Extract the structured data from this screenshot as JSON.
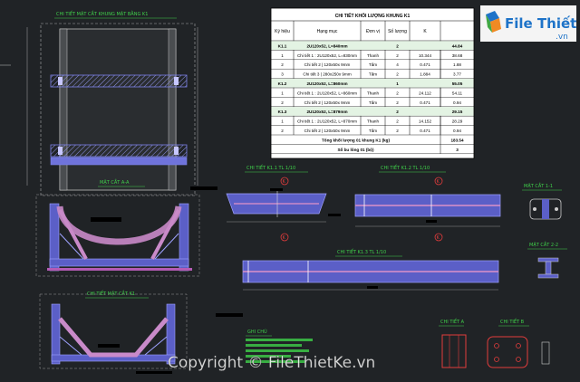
{
  "table": {
    "title": "CHI TIẾT KHỐI LƯỢNG KHUNG K1",
    "headers": [
      "Ký hiệu",
      "Hạng mục",
      "Đơn vị",
      "Số lượng",
      "K",
      ""
    ],
    "rows": [
      {
        "kind": "group",
        "cells": [
          "K1.1",
          "2U120x52, L=840mm",
          "",
          "2",
          "",
          "44.84"
        ]
      },
      {
        "kind": "item",
        "cells": [
          "1",
          "Chi tiết 1 : 2U120x52, L=830mm",
          "Thanh",
          "2",
          "10.344",
          "38.68"
        ]
      },
      {
        "kind": "item",
        "cells": [
          "2",
          "Chi tiết 2 | 120x50x 9mm",
          "Tấm",
          "4",
          "0.471",
          "1.88"
        ]
      },
      {
        "kind": "item",
        "cells": [
          "3",
          "Chi tiết 3 | 280x250x 9mm",
          "Tấm",
          "2",
          "1.884",
          "3.77"
        ]
      },
      {
        "kind": "group",
        "cells": [
          "K1.2",
          "2U120x52, L=860mm",
          "",
          "1",
          "",
          "55.05"
        ]
      },
      {
        "kind": "item",
        "cells": [
          "1",
          "Chi tiết 1 : 2U120x52, L=860mm",
          "Thanh",
          "2",
          "24.112",
          "54.11"
        ]
      },
      {
        "kind": "item",
        "cells": [
          "2",
          "Chi tiết 2 | 120x50x 9mm",
          "Tấm",
          "2",
          "0.471",
          "0.94"
        ]
      },
      {
        "kind": "group",
        "cells": [
          "K1.3",
          "2U120x52, L=879mm",
          "",
          "2",
          "",
          "29.15"
        ]
      },
      {
        "kind": "item",
        "cells": [
          "1",
          "Chi tiết 1 : 2U120x52, L=870mm",
          "Thanh",
          "2",
          "14.152",
          "28.29"
        ]
      },
      {
        "kind": "item",
        "cells": [
          "2",
          "Chi tiết 2 | 120x50x 9mm",
          "Tấm",
          "2",
          "0.471",
          "0.94"
        ]
      },
      {
        "kind": "total",
        "cells": [
          "Tổng khối lượng 01 khung K1 (kg)",
          "",
          "",
          "",
          "",
          "183.54"
        ]
      },
      {
        "kind": "total",
        "cells": [
          "Số bu lông 01 (bộ)",
          "",
          "",
          "",
          "",
          "3"
        ]
      }
    ]
  },
  "view_titles": {
    "top_view": "CHI TIẾT MẶT CẮT KHUNG MẶT BẰNG K1",
    "section_a": "MẶT CẮT A-A",
    "section_b": "CHI TIẾT MẶT CẮT K1",
    "detail_11": "CHI TIẾT K1.1 TL 1/10",
    "detail_12": "CHI TIẾT K1.2 TL 1/10",
    "detail_13": "CHI TIẾT K1.3 TL 1/10",
    "section_1": "MẶT CẮT 1-1",
    "section_2": "MẶT CẮT 2-2",
    "ct_a": "CHI TIẾT A",
    "ct_b": "CHI TIẾT B",
    "notes": "GHI CHÚ"
  },
  "watermark": {
    "logo": "File Thiết Kế",
    "logo_domain": ".vn",
    "copyright": "Copyright © FileThietKe.vn"
  },
  "colors": {
    "background": "#202326",
    "steel": "#5b5fc7",
    "steel_fill": "#7074d6",
    "plate": "#c98ac9",
    "line": "#cfcfcf",
    "title": "#3fd14a",
    "red_mark": "#e23c3c",
    "brand_blue": "#1e73c8"
  }
}
